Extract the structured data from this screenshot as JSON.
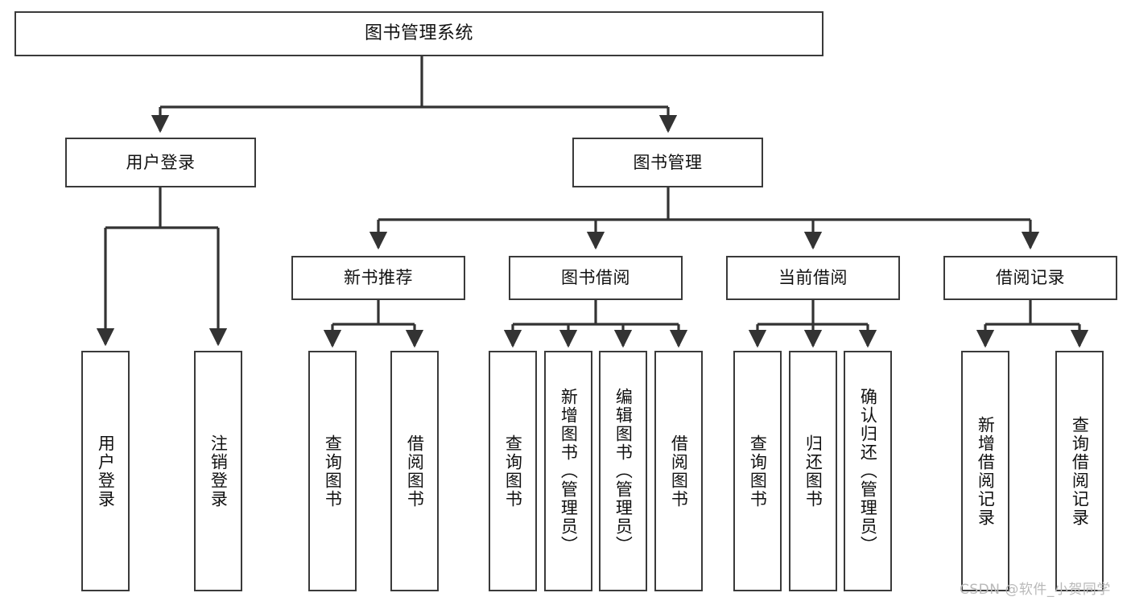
{
  "diagram": {
    "title": "图书管理系统",
    "type": "tree-hierarchy-diagram",
    "theme": {
      "background": "#ffffff",
      "node_fill": "#ffffff",
      "node_stroke": "#3a3a3a",
      "edge_stroke": "#333333",
      "text_color": "#111111",
      "watermark_color": "#b9b9b9"
    }
  },
  "watermark": {
    "text": "CSDN @软件_小贺同学"
  },
  "nodes": {
    "root": {
      "label": "图书管理系统"
    },
    "level2": [
      {
        "id": "user-login",
        "label": "用户登录"
      },
      {
        "id": "book-management",
        "label": "图书管理"
      }
    ],
    "level3": [
      {
        "id": "new-book-recommend",
        "label": "新书推荐"
      },
      {
        "id": "book-borrow",
        "label": "图书借阅"
      },
      {
        "id": "current-borrow",
        "label": "当前借阅"
      },
      {
        "id": "borrow-record",
        "label": "借阅记录"
      }
    ],
    "leaves": {
      "user_login": [
        {
          "id": "leaf-user-login",
          "label": "用户登录"
        },
        {
          "id": "leaf-user-logout",
          "label": "注销登录"
        }
      ],
      "new_book_recommend": [
        {
          "id": "leaf-query-book-1",
          "label": "查询图书"
        },
        {
          "id": "leaf-borrow-book-1",
          "label": "借阅图书"
        }
      ],
      "book_borrow": [
        {
          "id": "leaf-query-book-2",
          "label": "查询图书"
        },
        {
          "id": "leaf-add-book",
          "label": "新增图书（管理员）"
        },
        {
          "id": "leaf-edit-book",
          "label": "编辑图书（管理员）"
        },
        {
          "id": "leaf-borrow-book-2",
          "label": "借阅图书"
        }
      ],
      "current_borrow": [
        {
          "id": "leaf-query-book-3",
          "label": "查询图书"
        },
        {
          "id": "leaf-return-book",
          "label": "归还图书"
        },
        {
          "id": "leaf-confirm-return",
          "label": "确认归还（管理员）"
        }
      ],
      "borrow_record": [
        {
          "id": "leaf-add-record",
          "label": "新增借阅记录"
        },
        {
          "id": "leaf-query-record",
          "label": "查询借阅记录"
        }
      ]
    }
  }
}
